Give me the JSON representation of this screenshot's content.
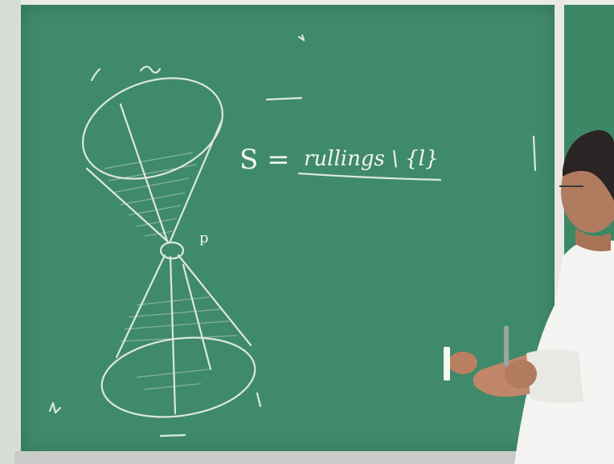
{
  "board": {
    "formula_lhs": "S =",
    "formula_rhs": "rullings \\ {l}",
    "label_p": "p"
  },
  "colors": {
    "board_green": "#3f8a6a",
    "chalk": "#f2f4ef",
    "frame": "#e6e8e4"
  }
}
